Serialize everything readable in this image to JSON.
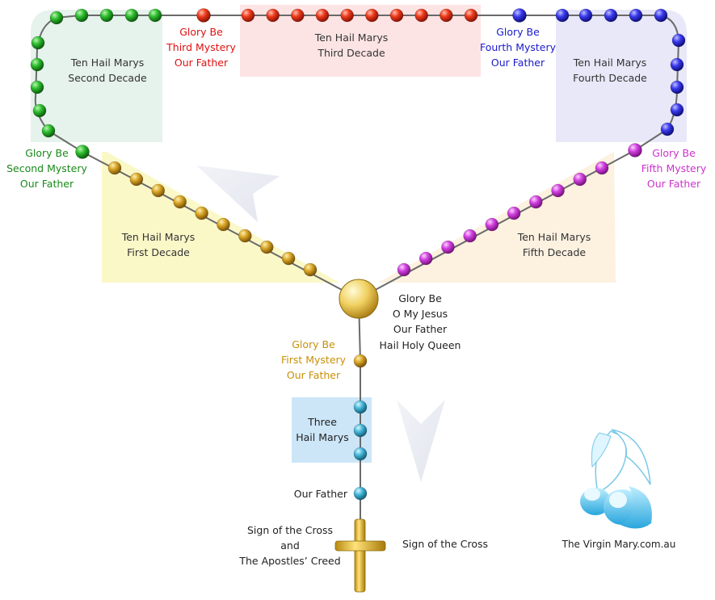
{
  "colors": {
    "green": "#1a8a1a",
    "red": "#dd1111",
    "blue": "#1a1acc",
    "magenta": "#cc33cc",
    "gold": "#c8900a",
    "teal": "#3a9ab8",
    "dark": "#222222",
    "panel_green": "#e6f2ec",
    "panel_red": "#fde4e4",
    "panel_blue": "#e8e8f8",
    "panel_yellow": "#fbf8c8",
    "panel_peach": "#fdf1e0",
    "panel_lightblue": "#cce6f8"
  },
  "labels": {
    "decade3_title": [
      "Ten Hail Marys",
      "Third Decade"
    ],
    "decade2_title": [
      "Ten Hail Marys",
      "Second Decade"
    ],
    "decade4_title": [
      "Ten Hail Marys",
      "Fourth Decade"
    ],
    "decade1_title": [
      "Ten Hail Marys",
      "First Decade"
    ],
    "decade5_title": [
      "Ten Hail Marys",
      "Fifth Decade"
    ],
    "third_mystery": [
      "Glory Be",
      "Third Mystery",
      "Our Father"
    ],
    "fourth_mystery": [
      "Glory Be",
      "Fourth Mystery",
      "Our Father"
    ],
    "second_mystery": [
      "Glory Be",
      "Second Mystery",
      "Our Father"
    ],
    "fifth_mystery": [
      "Glory Be",
      "Fifth Mystery",
      "Our Father"
    ],
    "first_mystery": [
      "Glory Be",
      "First Mystery",
      "Our Father"
    ],
    "center_medal": [
      "Glory Be",
      "O My Jesus",
      "Our Father",
      "Hail Holy Queen"
    ],
    "three_hail_marys": [
      "Three",
      "Hail Marys"
    ],
    "our_father": "Our Father",
    "cross_left": [
      "Sign of the Cross",
      "and",
      "The Apostles’ Creed"
    ],
    "cross_right": "Sign of the Cross"
  },
  "logo": {
    "text": "The Virgin Mary.com.au",
    "icon": "virgin-mary-silhouette-icon"
  },
  "arrows": [
    "counterclockwise-direction-arrow-icon",
    "downward-direction-arrow-icon"
  ]
}
